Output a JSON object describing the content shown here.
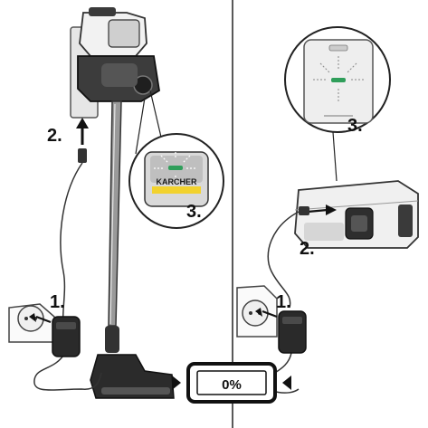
{
  "steps": {
    "left_plug": "1.",
    "left_connect": "2.",
    "left_indicator": "3.",
    "right_plug": "1.",
    "right_connect": "2.",
    "right_indicator": "3."
  },
  "brand": "KARCHER",
  "battery_level": "0%",
  "colors": {
    "indicator_green": "#2f9e5a",
    "brand_yellow": "#f2d22e",
    "battery_frame": "#111111"
  }
}
